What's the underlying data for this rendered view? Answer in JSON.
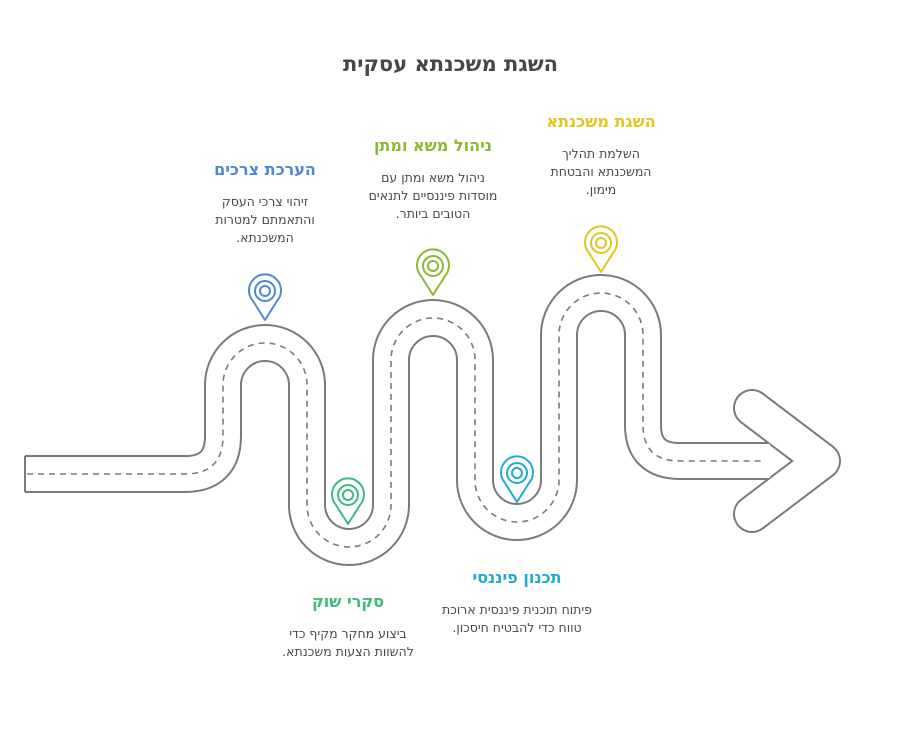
{
  "title": "השגת משכנתא עסקית",
  "steps": [
    {
      "title": "הערכת צרכים",
      "desc": "זיהוי צרכי העסק והתאמתם למטרות המשכנתא.",
      "color": "#4f86d9"
    },
    {
      "title": "סקרי שוק",
      "desc": "ביצוע מחקר מקיף כדי להשוות הצעות משכנתא.",
      "color": "#3dbb7a"
    },
    {
      "title": "ניהול משא ומתן",
      "desc": "ניהול משא ומתן עם מוסדות פיננסיים לתנאים הטובים ביותר.",
      "color": "#8db831"
    },
    {
      "title": "תכנון פיננסי",
      "desc": "פיתוח תוכנית פיננסית ארוכת טווח כדי להבטיח חיסכון.",
      "color": "#22a9d4"
    },
    {
      "title": "השגת משכנתא",
      "desc": "השלמת תהליך המשכנתא והבטחת מימון.",
      "color": "#e0c61d"
    }
  ]
}
